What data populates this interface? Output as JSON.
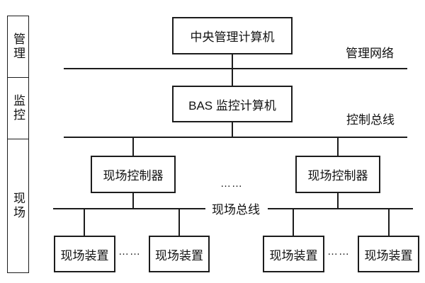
{
  "palette": {
    "background": "#ffffff",
    "line": "#1c1c1c",
    "text": "#111111"
  },
  "sidebar": {
    "layers": [
      {
        "label": "管理"
      },
      {
        "label": "监控"
      },
      {
        "label": "现场"
      }
    ]
  },
  "boxes": {
    "central": {
      "label": "中央管理计算机"
    },
    "bas": {
      "label": "BAS 监控计算机"
    },
    "controller_left": {
      "label": "现场控制器"
    },
    "controller_right": {
      "label": "现场控制器"
    },
    "device_1": {
      "label": "现场装置"
    },
    "device_2": {
      "label": "现场装置"
    },
    "device_3": {
      "label": "现场装置"
    },
    "device_4": {
      "label": "现场装置"
    }
  },
  "bus_labels": {
    "management_network": "管理网络",
    "control_bus": "控制总线",
    "field_bus": "现场总线"
  },
  "ellipses": {
    "between_controllers": "……",
    "between_devices_left": "……",
    "between_devices_right": "……"
  }
}
